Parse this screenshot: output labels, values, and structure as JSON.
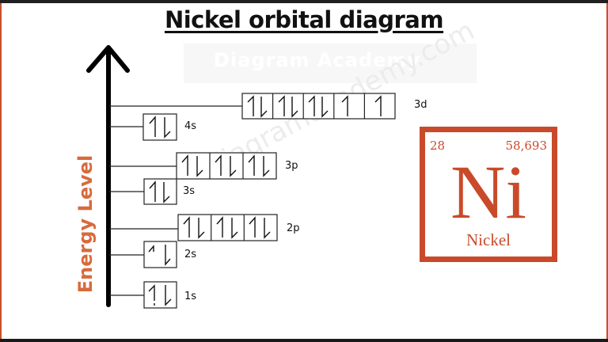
{
  "title": "Nickel orbital diagram",
  "watermark": {
    "banner": "Diagram Academy",
    "diagonal": "diagramacademy.com"
  },
  "axis": {
    "label": "Energy Level",
    "color": "#d86a3c"
  },
  "orbitals": [
    {
      "name": "1s",
      "label": "1s",
      "boxes": [
        "updown"
      ]
    },
    {
      "name": "2s",
      "label": "2s",
      "boxes": [
        "updown"
      ]
    },
    {
      "name": "2p",
      "label": "2p",
      "boxes": [
        "updown",
        "updown",
        "updown"
      ]
    },
    {
      "name": "3s",
      "label": "3s",
      "boxes": [
        "updown"
      ]
    },
    {
      "name": "3p",
      "label": "3p",
      "boxes": [
        "updown",
        "updown",
        "updown"
      ]
    },
    {
      "name": "4s",
      "label": "4s",
      "boxes": [
        "updown"
      ]
    },
    {
      "name": "3d",
      "label": "3d",
      "boxes": [
        "updown",
        "updown",
        "updown",
        "up",
        "up"
      ]
    }
  ],
  "element": {
    "atomic_number": "28",
    "atomic_mass": "58,693",
    "symbol": "Ni",
    "name": "Nickel",
    "color": "#c94a2a"
  }
}
